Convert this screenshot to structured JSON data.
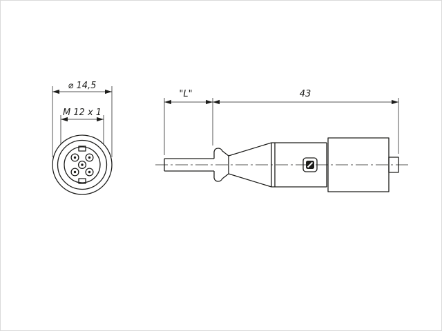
{
  "colors": {
    "line": "#1d1d1b",
    "background": "#ffffff"
  },
  "front_view": {
    "diameter_label": "⌀ 14,5",
    "thread_label": "M 12 x 1"
  },
  "side_view": {
    "cable_length_label": "\"L\"",
    "connector_length_label": "43"
  }
}
